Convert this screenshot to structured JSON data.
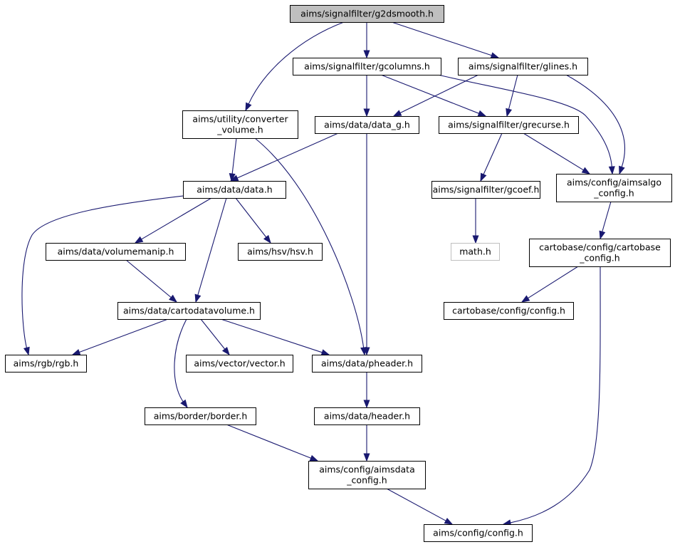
{
  "nodes": [
    {
      "id": "g2dsmooth",
      "lines": [
        "aims/signalfilter/g2dsmooth.h"
      ],
      "style": "root"
    },
    {
      "id": "gcolumns",
      "lines": [
        "aims/signalfilter/gcolumns.h"
      ]
    },
    {
      "id": "glines",
      "lines": [
        "aims/signalfilter/glines.h"
      ]
    },
    {
      "id": "converter_volume",
      "lines": [
        "aims/utility/converter",
        "_volume.h"
      ]
    },
    {
      "id": "data_g",
      "lines": [
        "aims/data/data_g.h"
      ]
    },
    {
      "id": "grecurse",
      "lines": [
        "aims/signalfilter/grecurse.h"
      ]
    },
    {
      "id": "aimsalgo_config",
      "lines": [
        "aims/config/aimsalgo",
        "_config.h"
      ]
    },
    {
      "id": "data",
      "lines": [
        "aims/data/data.h"
      ]
    },
    {
      "id": "gcoef",
      "lines": [
        "aims/signalfilter/gcoef.h"
      ]
    },
    {
      "id": "math",
      "lines": [
        "math.h"
      ],
      "style": "ext"
    },
    {
      "id": "volumemanip",
      "lines": [
        "aims/data/volumemanip.h"
      ]
    },
    {
      "id": "hsv",
      "lines": [
        "aims/hsv/hsv.h"
      ]
    },
    {
      "id": "cartobase_config",
      "lines": [
        "cartobase/config/cartobase",
        "_config.h"
      ]
    },
    {
      "id": "cartodatavolume",
      "lines": [
        "aims/data/cartodatavolume.h"
      ]
    },
    {
      "id": "cartobase_config_config",
      "lines": [
        "cartobase/config/config.h"
      ]
    },
    {
      "id": "rgb",
      "lines": [
        "aims/rgb/rgb.h"
      ]
    },
    {
      "id": "vector",
      "lines": [
        "aims/vector/vector.h"
      ]
    },
    {
      "id": "pheader",
      "lines": [
        "aims/data/pheader.h"
      ]
    },
    {
      "id": "border",
      "lines": [
        "aims/border/border.h"
      ]
    },
    {
      "id": "header",
      "lines": [
        "aims/data/header.h"
      ]
    },
    {
      "id": "aimsdata_config",
      "lines": [
        "aims/config/aimsdata",
        "_config.h"
      ]
    },
    {
      "id": "aims_config_config",
      "lines": [
        "aims/config/config.h"
      ]
    }
  ],
  "edges": [
    {
      "from": "g2dsmooth",
      "to": "gcolumns"
    },
    {
      "from": "g2dsmooth",
      "to": "glines"
    },
    {
      "from": "g2dsmooth",
      "to": "converter_volume"
    },
    {
      "from": "gcolumns",
      "to": "data_g"
    },
    {
      "from": "gcolumns",
      "to": "grecurse"
    },
    {
      "from": "gcolumns",
      "to": "aimsalgo_config"
    },
    {
      "from": "glines",
      "to": "data_g"
    },
    {
      "from": "glines",
      "to": "grecurse"
    },
    {
      "from": "glines",
      "to": "aimsalgo_config"
    },
    {
      "from": "converter_volume",
      "to": "data"
    },
    {
      "from": "converter_volume",
      "to": "pheader"
    },
    {
      "from": "data_g",
      "to": "data"
    },
    {
      "from": "data_g",
      "to": "pheader"
    },
    {
      "from": "grecurse",
      "to": "gcoef"
    },
    {
      "from": "grecurse",
      "to": "aimsalgo_config"
    },
    {
      "from": "gcoef",
      "to": "math"
    },
    {
      "from": "aimsalgo_config",
      "to": "cartobase_config"
    },
    {
      "from": "cartobase_config",
      "to": "cartobase_config_config"
    },
    {
      "from": "cartobase_config",
      "to": "aims_config_config"
    },
    {
      "from": "data",
      "to": "volumemanip"
    },
    {
      "from": "data",
      "to": "hsv"
    },
    {
      "from": "data",
      "to": "cartodatavolume"
    },
    {
      "from": "data",
      "to": "rgb"
    },
    {
      "from": "volumemanip",
      "to": "cartodatavolume"
    },
    {
      "from": "cartodatavolume",
      "to": "rgb"
    },
    {
      "from": "cartodatavolume",
      "to": "vector"
    },
    {
      "from": "cartodatavolume",
      "to": "pheader"
    },
    {
      "from": "cartodatavolume",
      "to": "border"
    },
    {
      "from": "pheader",
      "to": "header"
    },
    {
      "from": "header",
      "to": "aimsdata_config"
    },
    {
      "from": "border",
      "to": "aimsdata_config"
    },
    {
      "from": "aimsdata_config",
      "to": "aims_config_config"
    }
  ]
}
